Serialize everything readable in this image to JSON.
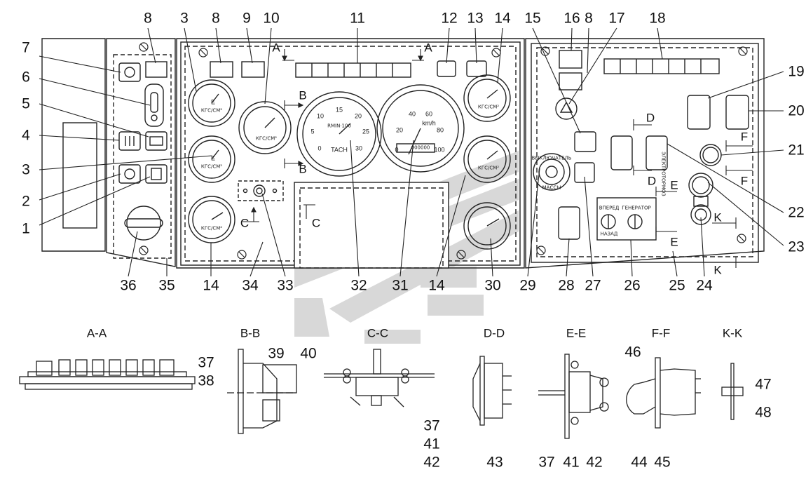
{
  "callouts": [
    "1",
    "2",
    "3",
    "4",
    "5",
    "6",
    "7",
    "8",
    "9",
    "10",
    "11",
    "12",
    "13",
    "14",
    "15",
    "16",
    "17",
    "18",
    "19",
    "20",
    "21",
    "22",
    "23",
    "24",
    "25",
    "26",
    "27",
    "28",
    "29",
    "30",
    "31",
    "32",
    "33",
    "34",
    "35",
    "36",
    "37",
    "38",
    "39",
    "40",
    "41",
    "42",
    "43",
    "44",
    "45",
    "46",
    "47",
    "48"
  ],
  "sections": {
    "aa": "A-A",
    "bb": "B-B",
    "cc": "C-C",
    "dd": "D-D",
    "ee": "E-E",
    "ff": "F-F",
    "kk": "K-K"
  },
  "cut_letters": {
    "a": "A",
    "b": "B",
    "c": "C",
    "d": "D",
    "e": "E",
    "f": "F",
    "k": "K"
  },
  "gauge_text": {
    "pressure_unit": "КГС/СМ²",
    "tach_top": "RMIN·100",
    "tach_bottom": "TACH",
    "tach_ticks": [
      "0",
      "5",
      "10",
      "15",
      "20",
      "25",
      "30"
    ],
    "speed_unit": "km/h",
    "speed_ticks": [
      "0",
      "20",
      "40",
      "60",
      "80",
      "100"
    ],
    "speed_odometer": "000000",
    "fuel_text": "E",
    "switch_left": "ВПЕРЕД",
    "switch_left_bottom": "НАЗАД",
    "switch_right": "ГЕНЕРАТОР",
    "switch_vertical": "ЭЛЕКТРОТОРМОЗ",
    "mass_label": "МАССЫ",
    "mass_top": "ВЫКЛЮЧАТЕЛЬ"
  },
  "colors": {
    "line": "#222222",
    "watermark": "#d6d6d6"
  }
}
